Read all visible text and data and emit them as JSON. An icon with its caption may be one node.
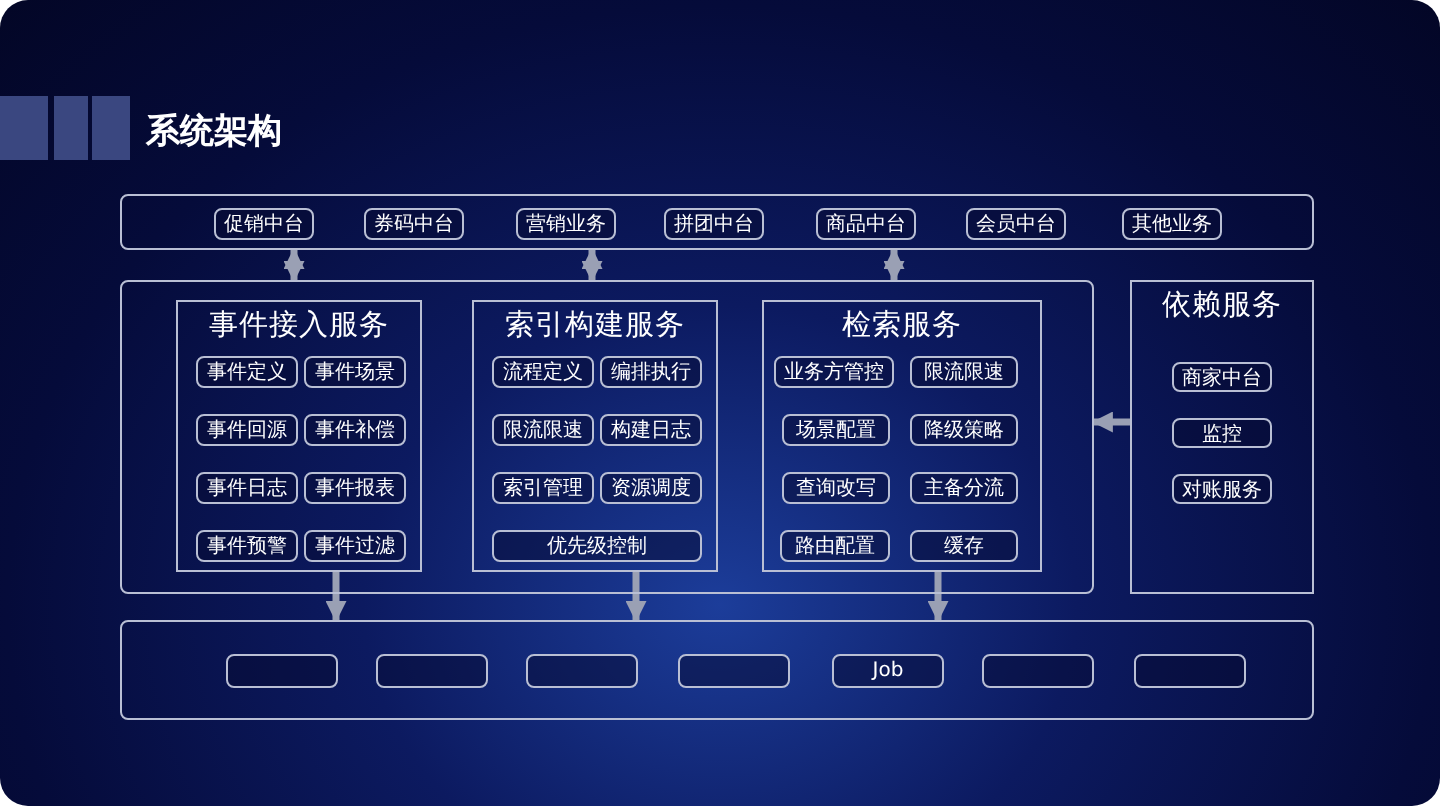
{
  "diagram": {
    "title": "系统架构",
    "nodes": [
      {
        "text": [],
        "shape": "box"
      },
      {
        "text": [
          "促销中台"
        ],
        "in": 0
      },
      {
        "text": [
          "券码中台"
        ],
        "in": 0
      },
      {
        "text": [
          "营销业务"
        ],
        "in": 0
      },
      {
        "text": [
          "拼团中台"
        ],
        "in": 0
      },
      {
        "text": [
          "商品中台"
        ],
        "in": 0
      },
      {
        "text": [
          "会员中台"
        ],
        "in": 0
      },
      {
        "text": [
          "其他业务"
        ],
        "in": 0
      },
      {
        "text": [],
        "shape": "box"
      },
      {
        "text": [
          "事件接入服务"
        ],
        "in": 8
      },
      {
        "text": [
          "事件定义"
        ],
        "in": 9
      },
      {
        "text": [
          "事件场景"
        ],
        "in": 9
      },
      {
        "text": [
          "事件回源"
        ],
        "in": 9
      },
      {
        "text": [
          "事件补偿"
        ],
        "in": 9
      },
      {
        "text": [
          "事件日志"
        ],
        "in": 9
      },
      {
        "text": [
          "事件报表"
        ],
        "in": 9
      },
      {
        "text": [
          "事件预警"
        ],
        "in": 9
      },
      {
        "text": [
          "事件过滤"
        ],
        "in": 9
      },
      {
        "text": [
          "索引构建服务"
        ],
        "in": 8
      },
      {
        "text": [
          "流程定义"
        ],
        "in": 18
      },
      {
        "text": [
          "编排执行"
        ],
        "in": 18
      },
      {
        "text": [
          "限流限速"
        ],
        "in": 18
      },
      {
        "text": [
          "构建日志"
        ],
        "in": 18
      },
      {
        "text": [
          "索引管理"
        ],
        "in": 18
      },
      {
        "text": [
          "资源调度"
        ],
        "in": 18
      },
      {
        "text": [
          "优先级控制"
        ],
        "in": 18
      },
      {
        "text": [
          "检索服务"
        ],
        "in": 8
      },
      {
        "text": [
          "业务方管控"
        ],
        "in": 26
      },
      {
        "text": [
          "限流限速"
        ],
        "in": 26
      },
      {
        "text": [
          "场景配置"
        ],
        "in": 26
      },
      {
        "text": [
          "降级策略"
        ],
        "in": 26
      },
      {
        "text": [
          "查询改写"
        ],
        "in": 26
      },
      {
        "text": [
          "主备分流"
        ],
        "in": 26
      },
      {
        "text": [
          "路由配置"
        ],
        "in": 26
      },
      {
        "text": [
          "缓存"
        ],
        "in": 26
      },
      {
        "text": [
          "依赖服务"
        ]
      },
      {
        "text": [
          "商家中台"
        ],
        "in": 35
      },
      {
        "text": [
          "监控"
        ],
        "in": 35
      },
      {
        "text": [
          "对账服务"
        ],
        "in": 35
      },
      {
        "text": [],
        "shape": "box"
      },
      {
        "text": [],
        "shape": "box",
        "in": 39
      },
      {
        "text": [],
        "shape": "box",
        "in": 39
      },
      {
        "text": [],
        "shape": "box",
        "in": 39
      },
      {
        "text": [],
        "shape": "box",
        "in": 39
      },
      {
        "text": [
          "Job"
        ],
        "in": 39
      },
      {
        "text": [],
        "shape": "box",
        "in": 39
      },
      {
        "text": [],
        "shape": "box",
        "in": 39
      }
    ],
    "edges": [
      {
        "from": 0,
        "to": 8,
        "arrow": "both"
      },
      {
        "from": 0,
        "to": 8,
        "arrow": "both"
      },
      {
        "from": 0,
        "to": 8,
        "arrow": "both"
      },
      {
        "from": 9,
        "to": 39,
        "arrow": "to"
      },
      {
        "from": 18,
        "to": 39,
        "arrow": "to"
      },
      {
        "from": 26,
        "to": 39,
        "arrow": "to"
      },
      {
        "from": 35,
        "to": 8,
        "arrow": "to"
      }
    ]
  }
}
